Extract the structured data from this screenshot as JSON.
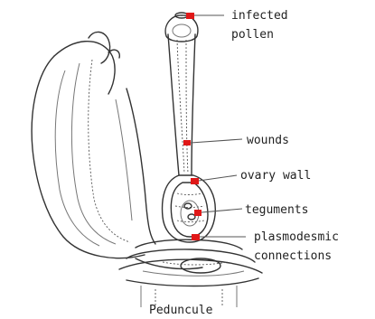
{
  "labels": {
    "infected_pollen_line1": "infected",
    "infected_pollen_line2": "pollen",
    "wounds": "wounds",
    "ovary_wall": "ovary wall",
    "teguments": "teguments",
    "plasmodesmic_line1": "plasmodesmic",
    "plasmodesmic_line2": "connections",
    "peduncule": "Peduncule"
  },
  "colors": {
    "marker": "#e01818",
    "ink": "#333333"
  }
}
